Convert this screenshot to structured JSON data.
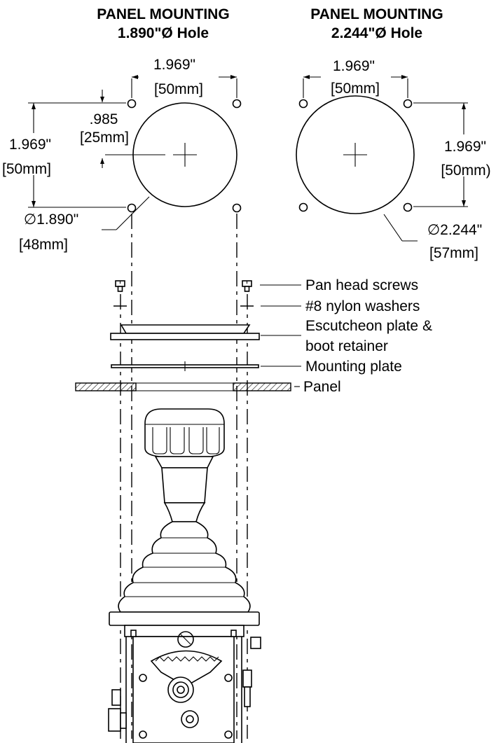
{
  "left_panel": {
    "title_line1": "PANEL MOUNTING",
    "title_line2": "1.890\"Ø Hole",
    "dim_top_in": "1.969\"",
    "dim_top_mm": "[50mm]",
    "dim_half_in": ".985",
    "dim_half_mm": "[25mm]",
    "dim_side_in": "1.969\"",
    "dim_side_mm": "[50mm]",
    "hole_dia_in": "∅1.890\"",
    "hole_dia_mm": "[48mm]"
  },
  "right_panel": {
    "title_line1": "PANEL MOUNTING",
    "title_line2": "2.244\"Ø Hole",
    "dim_top_in": "1.969\"",
    "dim_top_mm": "[50mm]",
    "dim_side_in": "1.969\"",
    "dim_side_mm": "[50mm)",
    "hole_dia_in": "∅2.244\"",
    "hole_dia_mm": "[57mm]"
  },
  "callouts": {
    "screws": "Pan head screws",
    "washers": "#8 nylon washers",
    "escutcheon_line1": "Escutcheon plate &",
    "escutcheon_line2": "boot retainer",
    "mounting_plate": "Mounting plate",
    "panel": "Panel"
  },
  "colors": {
    "ink": "#000000",
    "paper": "#ffffff"
  }
}
